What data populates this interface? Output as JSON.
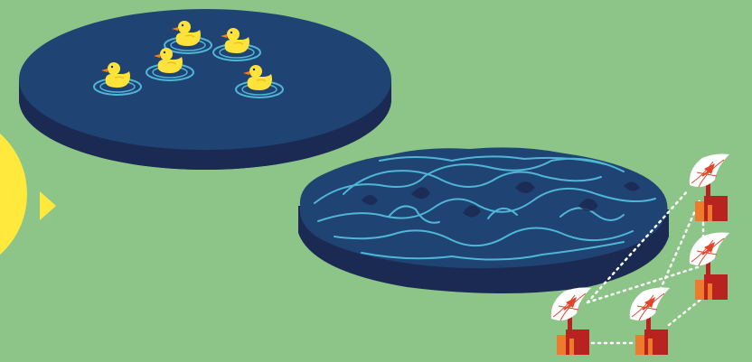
{
  "colors": {
    "background": "#8cc587",
    "sun": "#ffe93d",
    "pond_top": "#1f4373",
    "pond_side": "#1b2a52",
    "ripple_light": "#4fb6d6",
    "duck_body": "#ffe23a",
    "duck_beak": "#ff7a1f",
    "dish_white": "#ffffff",
    "dish_red": "#e0452b",
    "building_orange": "#ee7a2c",
    "building_red": "#b8221f",
    "link_dots": "#ffffff"
  },
  "scene": {
    "sun_icon": "sun-icon",
    "arrow_icon": "play-arrow-icon",
    "calm_pond": {
      "duck_count": 5,
      "icon": "rubber-duck-icon"
    },
    "rough_pond": {
      "surface": "turbulent-waves"
    },
    "telescope_array": {
      "dish_count": 4,
      "icon": "radio-dish-icon",
      "connections": "dotted-lines"
    }
  }
}
